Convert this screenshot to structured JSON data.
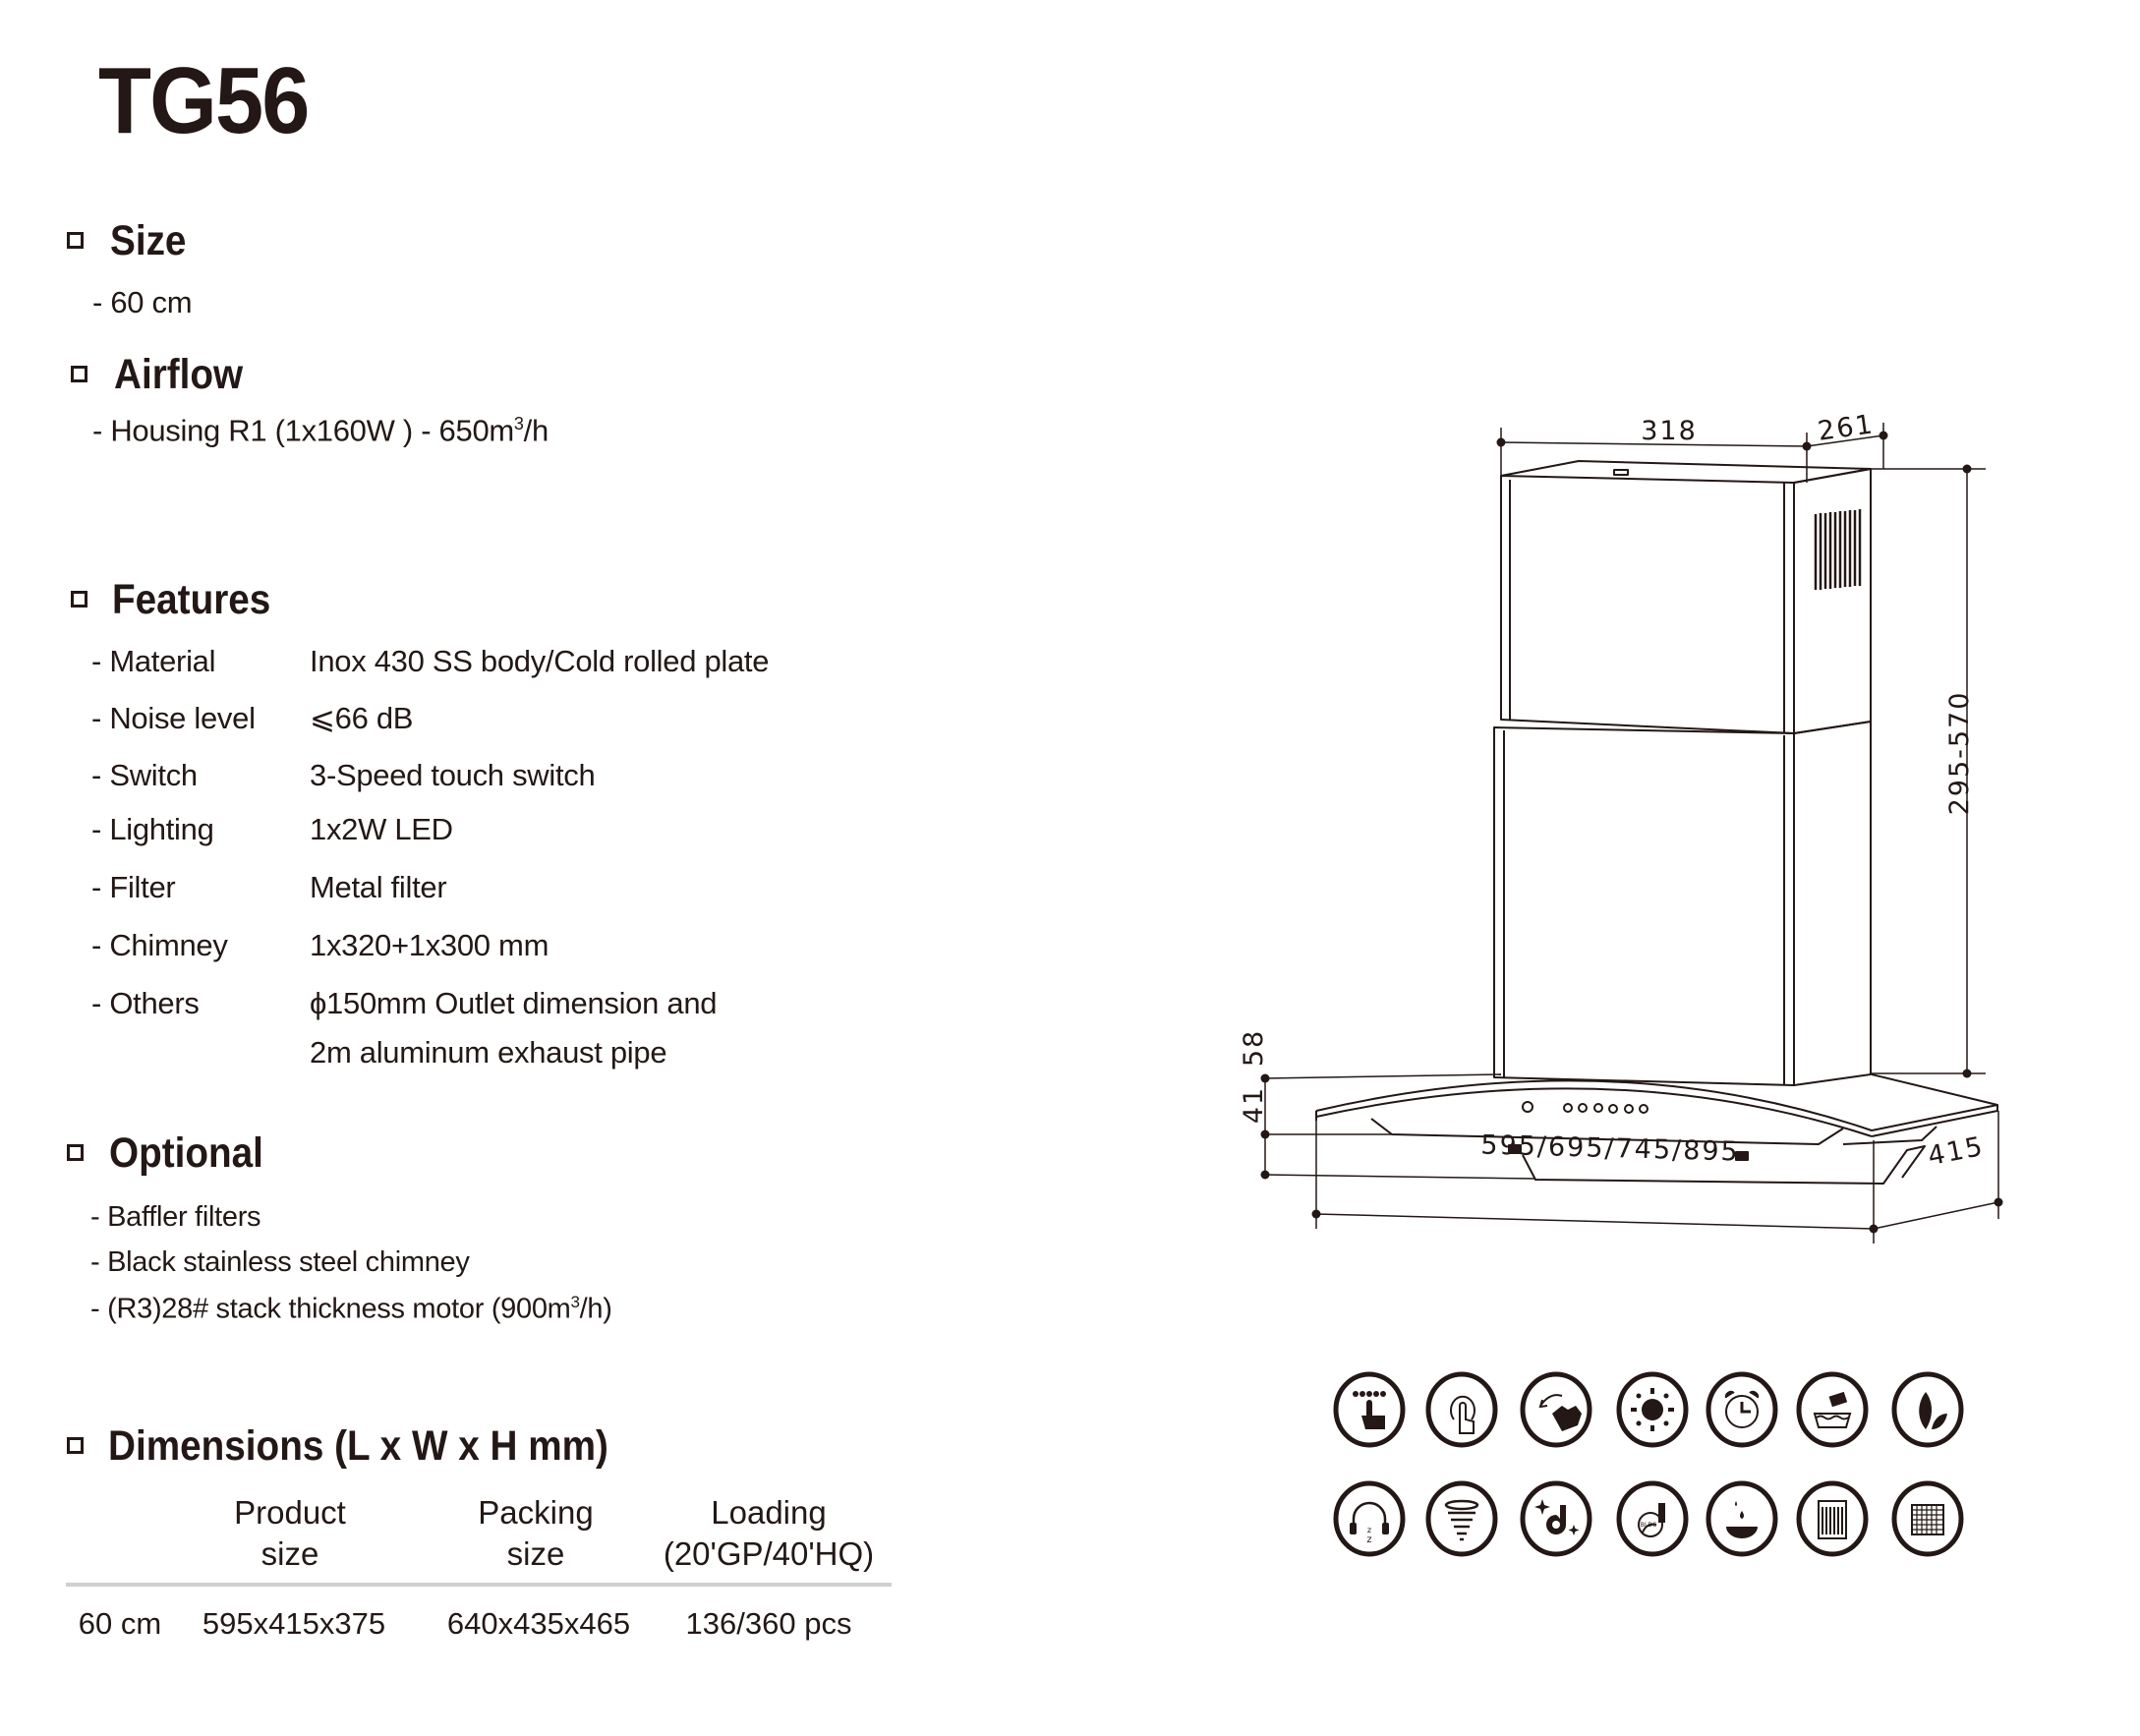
{
  "title": "TG56",
  "size": {
    "heading": "Size",
    "value": "- 60 cm"
  },
  "airflow": {
    "heading": "Airflow",
    "value": "- Housing R1 (1x160W ) - 650m",
    "sup": "3",
    "unit": "/h"
  },
  "features": {
    "heading": "Features",
    "rows": [
      {
        "label": "- Material",
        "value": "Inox 430 SS body/Cold rolled plate"
      },
      {
        "label": "- Noise level",
        "value": "⩽66 dB"
      },
      {
        "label": "- Switch",
        "value": "3-Speed touch switch"
      },
      {
        "label": "- Lighting",
        "value": "1x2W LED"
      },
      {
        "label": "- Filter",
        "value": "Metal filter"
      },
      {
        "label": "- Chimney",
        "value": "1x320+1x300 mm"
      },
      {
        "label": "- Others",
        "value": "ϕ150mm Outlet dimension and"
      },
      {
        "label": "",
        "value": "2m aluminum exhaust pipe"
      }
    ]
  },
  "optional": {
    "heading": "Optional",
    "items": [
      "- Baffler filters",
      "- Black stainless steel chimney",
      "- (R3)28# stack thickness motor (900m"
    ],
    "item3_sup": "3",
    "item3_tail": "/h)"
  },
  "dimensions": {
    "heading": "Dimensions (L x W x H mm)",
    "headers": [
      {
        "line1": "Product",
        "line2": "size"
      },
      {
        "line1": "Packing",
        "line2": "size"
      },
      {
        "line1": "Loading",
        "line2": "(20'GP/40'HQ)"
      }
    ],
    "row": {
      "size": "60 cm",
      "product": "595x415x375",
      "packing": "640x435x465",
      "loading": "136/360 pcs"
    }
  },
  "drawing": {
    "dim_width_top": "318",
    "dim_depth_top": "261",
    "dim_chimney_height": "295-570",
    "dim_hood_h1": "58",
    "dim_hood_h2": "41",
    "dim_width": "595/695/745/895",
    "dim_depth": "415"
  },
  "feature_icons": [
    [
      "touch-control-icon",
      "gesture-touch-icon",
      "wave-gesture-icon",
      "light-icon",
      "timer-icon",
      "washable-icon",
      "eco-leaf-icon"
    ],
    [
      "quiet-headphones-icon",
      "tornado-suction-icon",
      "clean-motor-icon",
      "bldc-motor-icon",
      "oil-cup-icon",
      "baffle-filter-icon",
      "mesh-filter-icon"
    ]
  ],
  "colors": {
    "ink": "#231815",
    "rule": "#cfcfcf"
  }
}
